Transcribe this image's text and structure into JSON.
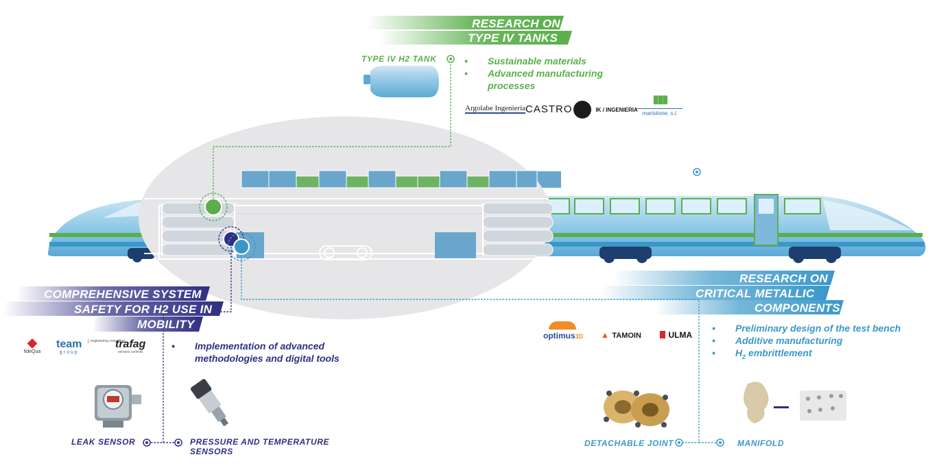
{
  "colors": {
    "green": "#5aaf4b",
    "navy": "#2e2f83",
    "blue": "#3a98c9",
    "light_blue": "#7cc0e2",
    "bubble_gray": "#e6e6e8"
  },
  "sections": {
    "tanks": {
      "title_line1": "RESEARCH ON",
      "title_line2": "TYPE IV TANKS",
      "label": "TYPE IV H2 TANK",
      "bullets": [
        "Sustainable materials",
        "Advanced manufacturing processes"
      ],
      "logos": [
        "Argolabe Ingeniería",
        "CASTRO",
        "IK / INGENIERIA",
        "mariskone, s.l."
      ]
    },
    "safety": {
      "title_line1": "COMPREHENSIVE SYSTEM",
      "title_line2": "SAFETY FOR H2 USE IN",
      "title_line3": "MOBILITY",
      "bullets": [
        "Implementation of advanced methodologies and digital tools"
      ],
      "logos": [
        "fideQua",
        "team",
        "group",
        "engineering consulting",
        "trafag",
        "sensors controls"
      ],
      "label_leak": "LEAK SENSOR",
      "label_pressure": "PRESSURE AND TEMPERATURE SENSORS"
    },
    "metallic": {
      "title_line1": "RESEARCH ON",
      "title_line2": "CRITICAL METALLIC",
      "title_line3": "COMPONENTS",
      "bullets": [
        "Preliminary design of the test bench",
        "Additive manufacturing"
      ],
      "bullet3_prefix": "H",
      "bullet3_sub": "2",
      "bullet3_suffix": " embrittlement",
      "logos": [
        "optimus",
        "3D",
        "TAMOIN",
        "ULMA"
      ],
      "label_joint": "DETACHABLE JOINT",
      "label_manifold": "MANIFOLD"
    }
  }
}
